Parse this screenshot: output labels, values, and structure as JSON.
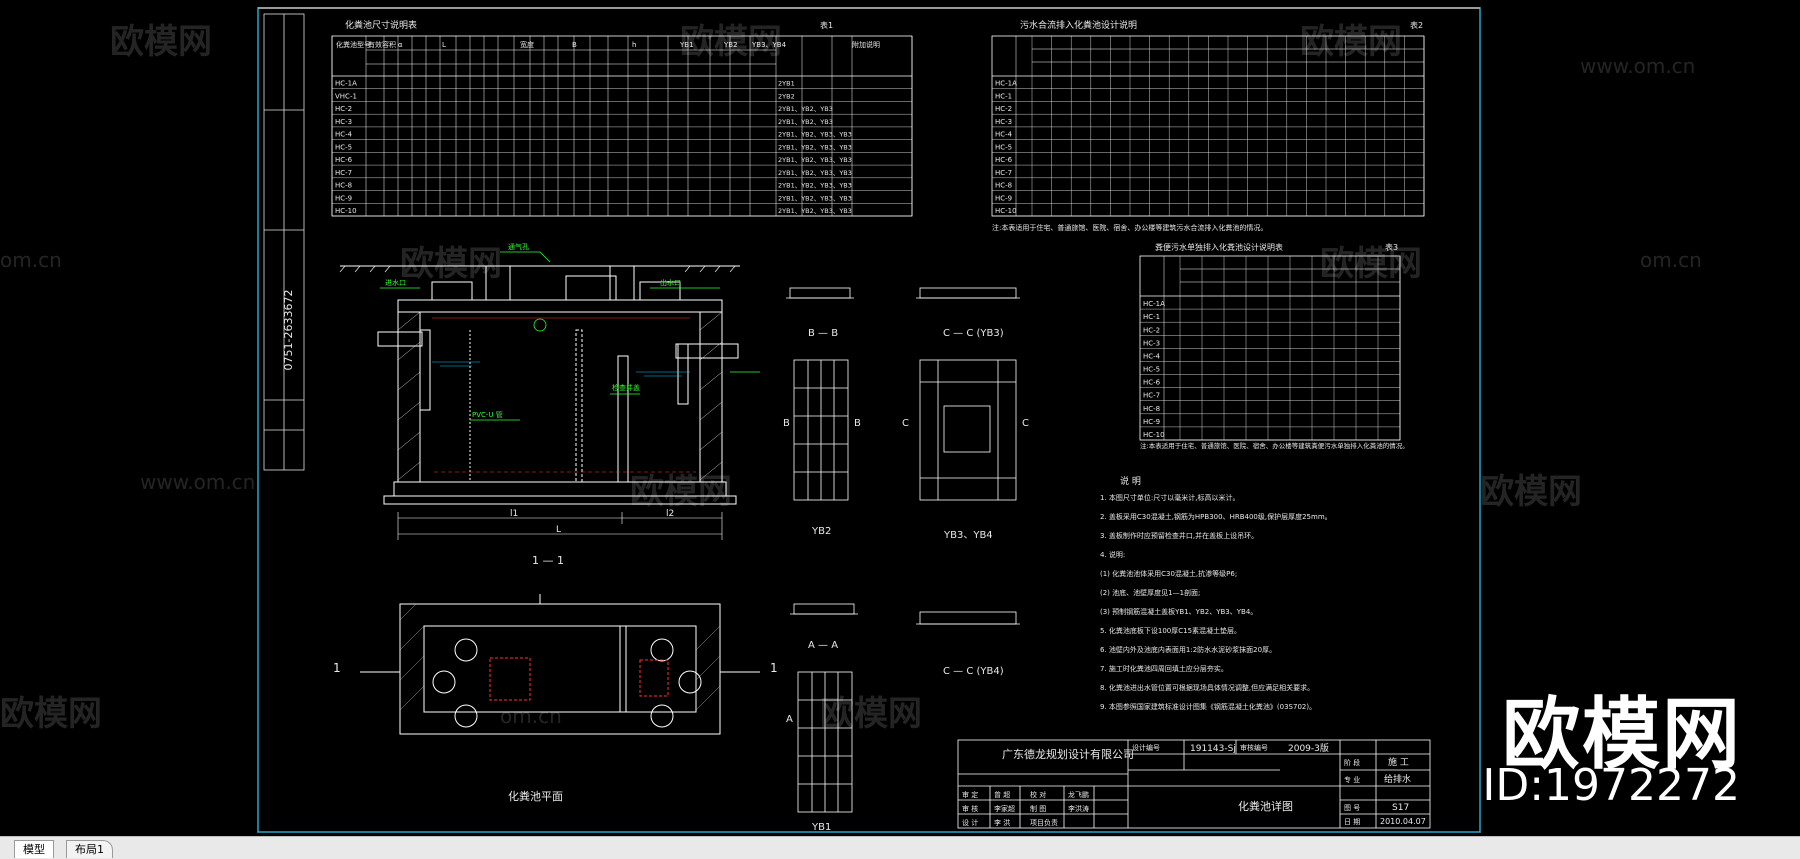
{
  "app": {
    "watermark_text": "欧模网",
    "watermark_url": "www.om.cn",
    "watermark_url_short": "om.cn",
    "brand_logo": "欧模网",
    "brand_id": "ID:1972272"
  },
  "tabs": [
    {
      "label": "模型",
      "active": true
    },
    {
      "label": "布局1",
      "active": false
    }
  ],
  "drawing": {
    "side_phone": "0751-2633672",
    "table1": {
      "title": "化粪池尺寸说明表",
      "note": "表1",
      "headers": [
        "化粪池型号",
        "有效容积",
        "α",
        "L",
        "宽度",
        "B",
        "h",
        "YB1",
        "YB2",
        "YB3、YB4",
        "附加说明"
      ],
      "rows": [
        "HC-1A",
        "VHC-1",
        "HC-2",
        "HC-3",
        "HC-4",
        "HC-5",
        "HC-6",
        "HC-7",
        "HC-8",
        "HC-9",
        "HC-10"
      ],
      "remarks": [
        "2YB1",
        "2YB2",
        "2YB1、YB2、YB3",
        "2YB1、YB2、YB3",
        "2YB1、YB2、YB3、YB3",
        "2YB1、YB2、YB3、YB3",
        "2YB1、YB2、YB3、YB3",
        "2YB1、YB2、YB3、YB3",
        "2YB1、YB2、YB3、YB3",
        "2YB1、YB2、YB3、YB3",
        "2YB1、YB2、YB3、YB3"
      ]
    },
    "table2": {
      "title": "污水合流排入化粪池设计说明",
      "note": "表2",
      "rows": [
        "HC-1A",
        "HC-1",
        "HC-2",
        "HC-3",
        "HC-4",
        "HC-5",
        "HC-6",
        "HC-7",
        "HC-8",
        "HC-9",
        "HC-10"
      ],
      "footnote": "注:本表适用于住宅、普通旅馆、医院、宿舍、办公楼等建筑污水合流排入化粪池的情况。"
    },
    "table3": {
      "title": "粪便污水单独排入化粪池设计说明表",
      "note": "表3",
      "rows": [
        "HC-1A",
        "HC-1",
        "HC-2",
        "HC-3",
        "HC-4",
        "HC-5",
        "HC-6",
        "HC-7",
        "HC-8",
        "HC-9",
        "HC-10"
      ],
      "footnote": "注:本表适用于住宅、普通旅馆、医院、宿舍、办公楼等建筑粪便污水单独排入化粪池的情况。"
    },
    "labels": {
      "section_1_1": "1 — 1",
      "plan_title": "化粪池平面",
      "bb": "B — B",
      "cc_yb3": "C — C (YB3)",
      "aa": "A — A",
      "cc_yb4": "C — C (YB4)",
      "yb2": "YB2",
      "yb1": "YB1",
      "yb34": "YB3、YB4",
      "dim_L": "L",
      "dim_l1": "l1",
      "dim_l2": "l2",
      "mark_B": "B",
      "mark_C": "C",
      "mark_A": "A",
      "mark_1": "1",
      "inlet": "进水口",
      "outlet": "出水口",
      "vent": "通气孔",
      "pipe": "PVC-U 管",
      "cover": "检查井盖",
      "notes_title": "说 明"
    },
    "notes": [
      "1. 本图尺寸单位:尺寸以毫米计,标高以米计。",
      "2. 盖板采用C30混凝土,钢筋为HPB300、HRB400级,保护层厚度25mm。",
      "3. 盖板制作时应预留检查井口,并在盖板上设吊环。",
      "4. 说明:",
      "(1) 化粪池池体采用C30混凝土,抗渗等级P6;",
      "(2) 池底、池壁厚度见1—1剖面;",
      "(3) 预制钢筋混凝土盖板YB1、YB2、YB3、YB4。",
      "5. 化粪池底板下设100厚C15素混凝土垫层。",
      "6. 池壁内外及池底内表面用1:2防水水泥砂浆抹面20厚。",
      "7. 施工时化粪池四周回填土应分层夯实。",
      "8. 化粪池进出水管位置可根据现场具体情况调整,但应满足相关要求。",
      "9. 本图参照国家建筑标准设计图集《钢筋混凝土化粪池》(03S702)。"
    ],
    "title_block": {
      "company": "广东德龙规划设计有限公司",
      "project_no_label": "设计编号",
      "project_no": "191143-Sj",
      "date_label": "审核编号",
      "date_code": "2009-3版",
      "drawing_title": "化粪池详图",
      "stage_label": "阶 段",
      "stage": "施 工",
      "discipline_label": "专 业",
      "discipline": "给排水",
      "sheet_label": "图 号",
      "sheet": "S17",
      "date_label2": "日 期",
      "date": "2010.04.07",
      "roles": [
        "审 定",
        "审 核",
        "设 计",
        "校 对",
        "制 图",
        "项目负责"
      ],
      "names": [
        "曾 超",
        "李家超",
        "李 洪",
        "龙飞鹏",
        "李洪涛"
      ]
    }
  }
}
